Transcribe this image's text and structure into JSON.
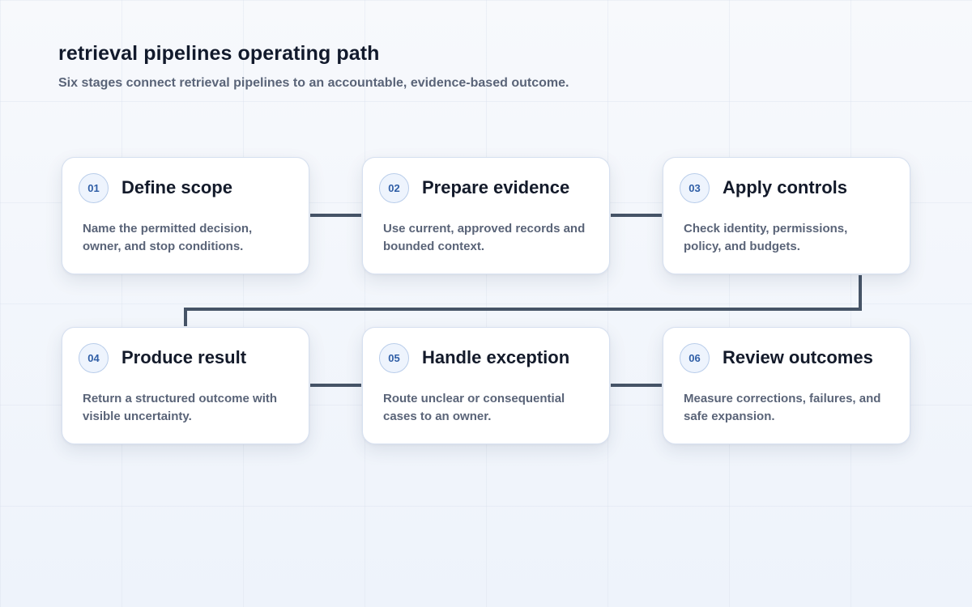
{
  "header": {
    "title": "retrieval pipelines operating path",
    "subtitle": "Six stages connect retrieval pipelines to an accountable, evidence-based outcome."
  },
  "colors": {
    "connector": "#465467",
    "badge_text": "#2f5ea6",
    "card_border": "#d6e0f0"
  },
  "stages": [
    {
      "number": "01",
      "title": "Define scope",
      "description": "Name the permitted decision, owner, and stop conditions."
    },
    {
      "number": "02",
      "title": "Prepare evidence",
      "description": "Use current, approved records and bounded context."
    },
    {
      "number": "03",
      "title": "Apply controls",
      "description": "Check identity, permissions, policy, and budgets."
    },
    {
      "number": "04",
      "title": "Produce result",
      "description": "Return a structured outcome with visible uncertainty."
    },
    {
      "number": "05",
      "title": "Handle exception",
      "description": "Route unclear or consequential cases to an owner."
    },
    {
      "number": "06",
      "title": "Review outcomes",
      "description": "Measure corrections, failures, and safe expansion."
    }
  ]
}
